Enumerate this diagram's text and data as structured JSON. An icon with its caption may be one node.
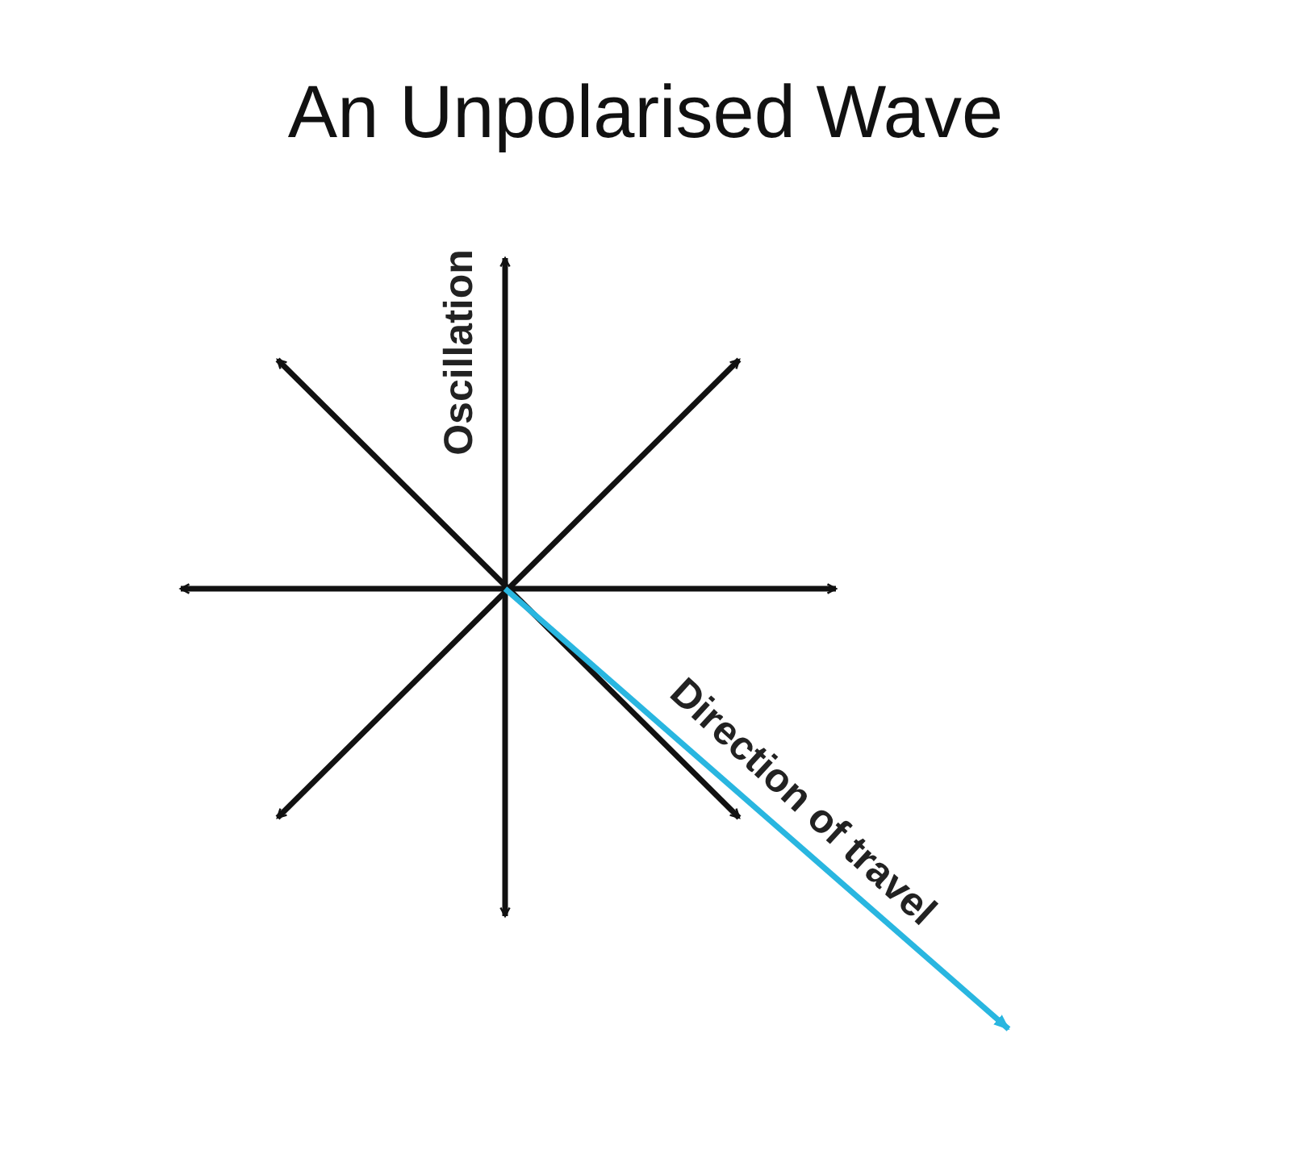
{
  "diagram": {
    "title": "An Unpolarised Wave",
    "labels": [
      "Oscillation",
      "Direction of travel"
    ]
  }
}
